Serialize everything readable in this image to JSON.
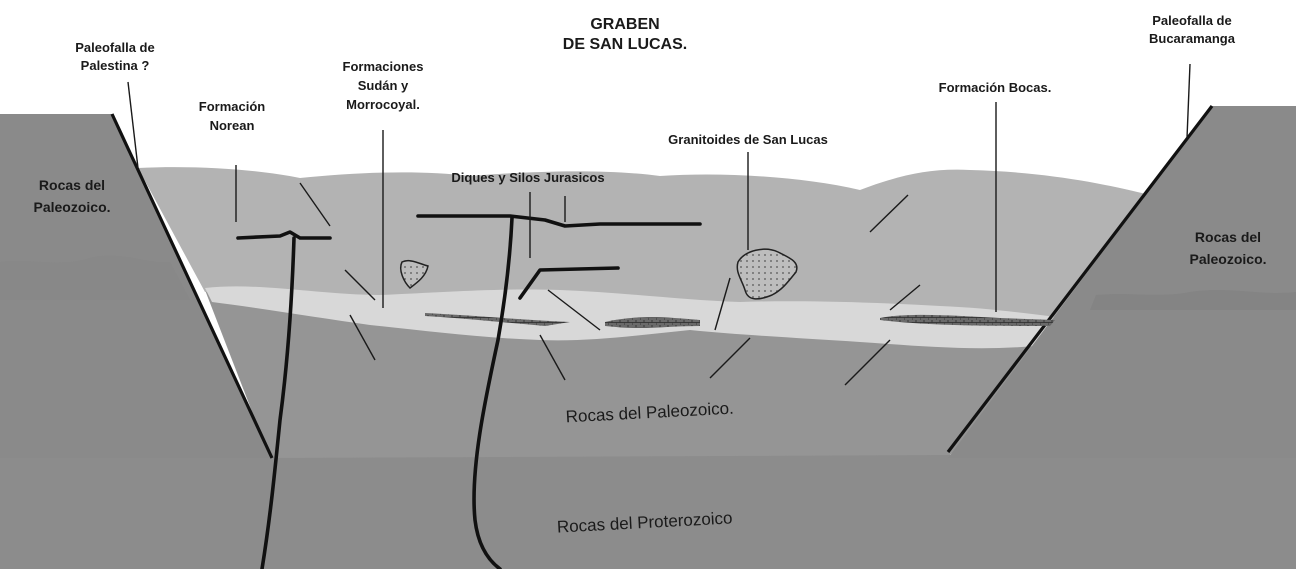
{
  "title": {
    "line1": "GRABEN",
    "line2": "DE SAN LUCAS."
  },
  "labels": {
    "palestina_line1": "Paleofalla de",
    "palestina_line2": "Palestina ?",
    "bucaramanga_line1": "Paleofalla de",
    "bucaramanga_line2": "Bucaramanga",
    "norean_line1": "Formación",
    "norean_line2": "Norean",
    "sudan_line1": "Formaciones",
    "sudan_line2": "Sudán y",
    "sudan_line3": "Morrocoyal.",
    "diques": "Diques y Silos Jurasicos",
    "granitoides": "Granitoides de San Lucas",
    "bocas": "Formación Bocas.",
    "paleozoico_left_line1": "Rocas del",
    "paleozoico_left_line2": "Paleozoico.",
    "paleozoico_right_line1": "Rocas del",
    "paleozoico_right_line2": "Paleozoico.",
    "paleozoico_center": "Rocas del Paleozoico.",
    "proterozoico": "Rocas del Proterozoico"
  },
  "colors": {
    "background": "#ffffff",
    "paleozoic_dark": "#8c8c8c",
    "proterozoic": "#8a8a8a",
    "paleozoic_blocks": "#828282",
    "upper_fill": "#b4b4b4",
    "light_band": "#d9d9d9",
    "line": "#111111"
  }
}
